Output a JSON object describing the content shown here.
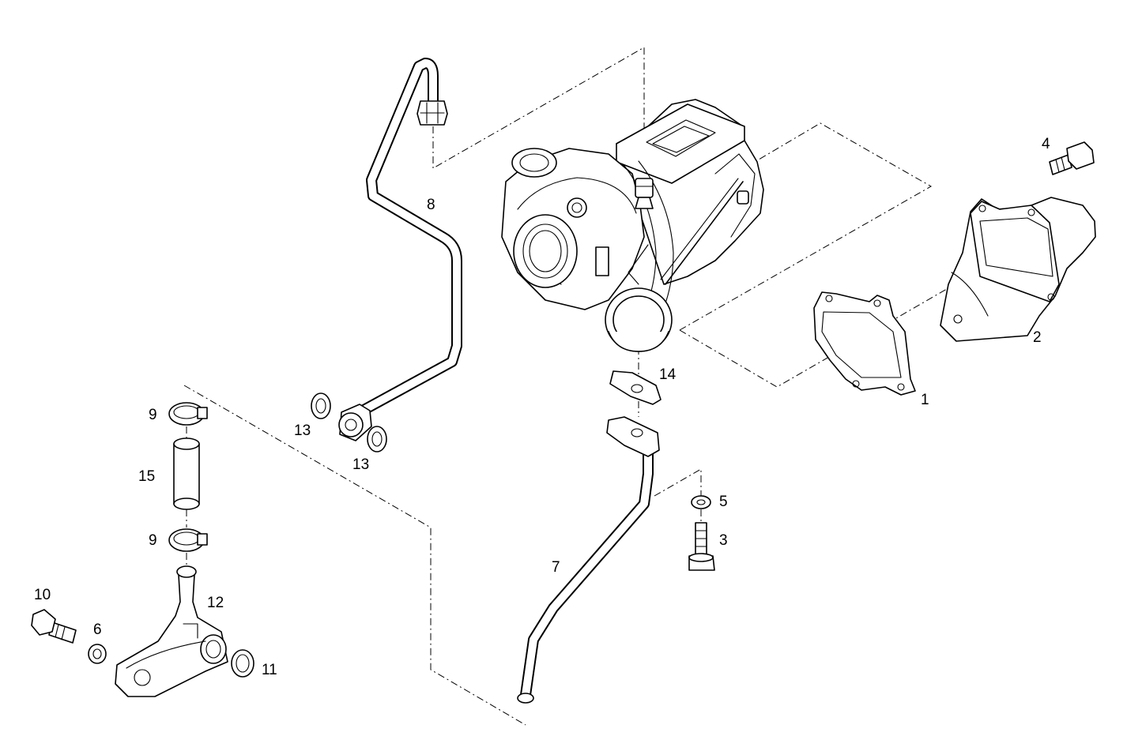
{
  "diagram": {
    "callouts": [
      {
        "id": "c1",
        "text": "1"
      },
      {
        "id": "c2",
        "text": "2"
      },
      {
        "id": "c3",
        "text": "3"
      },
      {
        "id": "c4",
        "text": "4"
      },
      {
        "id": "c5",
        "text": "5"
      },
      {
        "id": "c6",
        "text": "6"
      },
      {
        "id": "c7",
        "text": "7"
      },
      {
        "id": "c8",
        "text": "8"
      },
      {
        "id": "c9a",
        "text": "9"
      },
      {
        "id": "c9b",
        "text": "9"
      },
      {
        "id": "c10",
        "text": "10"
      },
      {
        "id": "c11",
        "text": "11"
      },
      {
        "id": "c12",
        "text": "12"
      },
      {
        "id": "c13a",
        "text": "13"
      },
      {
        "id": "c13b",
        "text": "13"
      },
      {
        "id": "c14",
        "text": "14"
      },
      {
        "id": "c15",
        "text": "15"
      }
    ]
  },
  "colors": {
    "line": "#000000",
    "background": "#ffffff"
  }
}
